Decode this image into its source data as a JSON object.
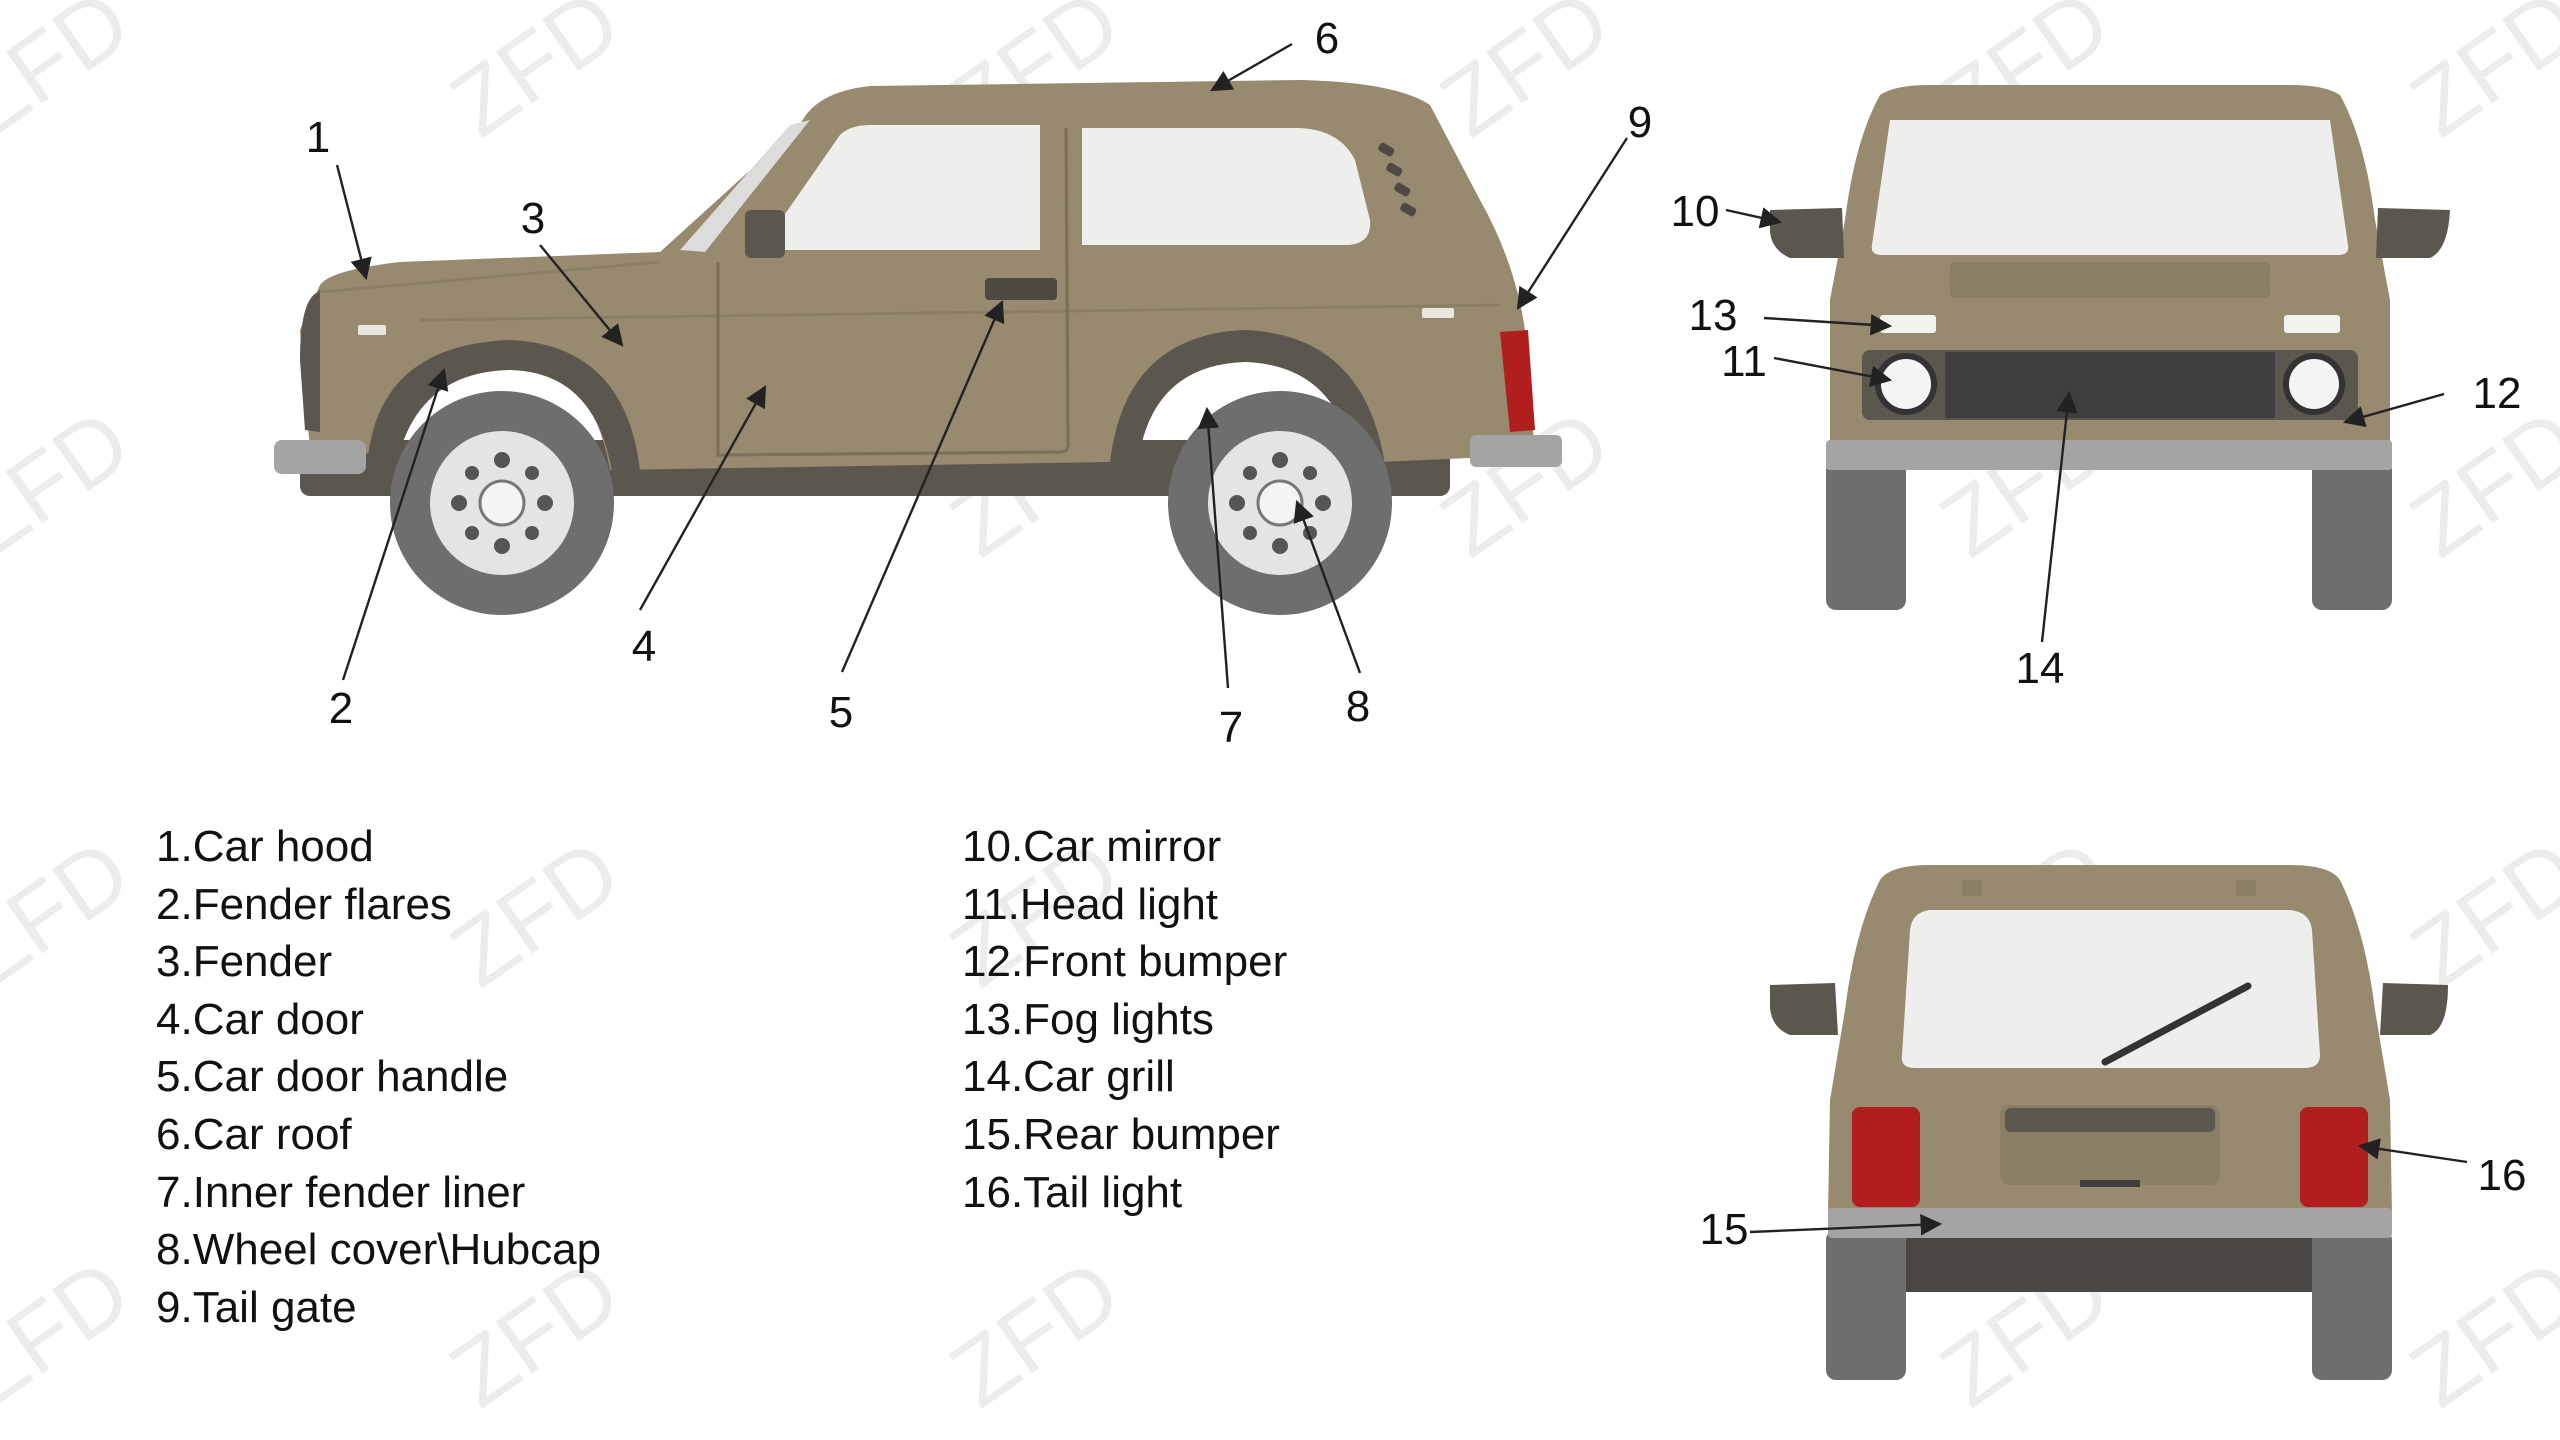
{
  "watermark": {
    "text": "ZFD"
  },
  "colors": {
    "body": "#978a6f",
    "body_dark": "#8a7e65",
    "trim": "#5c574e",
    "glass": "#eeeeed",
    "tire": "#6e6e6e",
    "bumper": "#a4a4a4",
    "tail_light": "#b01e1e",
    "grill": "#3f3f3f"
  },
  "callouts": [
    {
      "id": "1",
      "label": "1"
    },
    {
      "id": "2",
      "label": "2"
    },
    {
      "id": "3",
      "label": "3"
    },
    {
      "id": "4",
      "label": "4"
    },
    {
      "id": "5",
      "label": "5"
    },
    {
      "id": "6",
      "label": "6"
    },
    {
      "id": "7",
      "label": "7"
    },
    {
      "id": "8",
      "label": "8"
    },
    {
      "id": "9",
      "label": "9"
    },
    {
      "id": "10",
      "label": "10"
    },
    {
      "id": "11",
      "label": "11"
    },
    {
      "id": "12",
      "label": "12"
    },
    {
      "id": "13",
      "label": "13"
    },
    {
      "id": "14",
      "label": "14"
    },
    {
      "id": "15",
      "label": "15"
    },
    {
      "id": "16",
      "label": "16"
    }
  ],
  "legend": {
    "left": [
      "1.Car hood",
      "2.Fender flares",
      "3.Fender",
      "4.Car door",
      "5.Car door handle",
      "6.Car roof",
      "7.Inner fender liner",
      "8.Wheel cover\\Hubcap",
      "9.Tail gate"
    ],
    "right": [
      "10.Car mirror",
      "11.Head light",
      "12.Front bumper",
      "13.Fog lights",
      "14.Car grill",
      "15.Rear bumper",
      "16.Tail light"
    ]
  }
}
